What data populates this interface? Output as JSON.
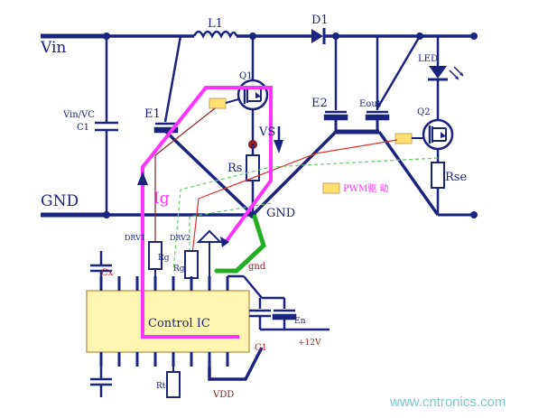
{
  "labels": {
    "vin": "Vin",
    "gnd_left": "GND",
    "l1": "L1",
    "d1": "D1",
    "led": "LED",
    "q1": "Q1",
    "q2": "Q2",
    "e1": "E1",
    "e2": "E2",
    "eout": "Eout",
    "vin_vc": "Vin/VC",
    "c1_input": "C1",
    "vs": "VS",
    "rs": "Rs",
    "rse": "Rse",
    "ig": "Ig",
    "gnd_center": "GND",
    "gnd_small": "gnd",
    "pwm": "PWM驱 动",
    "drv1": "DRV1",
    "drv2": "DRV2",
    "rg1": "Rg",
    "rg2": "Rg",
    "cx": "Cx",
    "control_ic": "Control IC",
    "c1_out": "C1",
    "en": "En",
    "plus12v": "+12V",
    "rt": "Rt",
    "vdd": "VDD",
    "watermark": "www.cntronics.com"
  },
  "colors": {
    "wire": "#1a237e",
    "loop": "#ff33ff",
    "gnd_path": "#22b022",
    "pwm_line": "#e03030",
    "drv_line": "#8b2222",
    "dashed": "#66cc66",
    "ic_fill": "#fff5b0",
    "ic_border": "#c8a060",
    "pwm_box": "#ffe070",
    "watermark": "#7cc9c9"
  }
}
